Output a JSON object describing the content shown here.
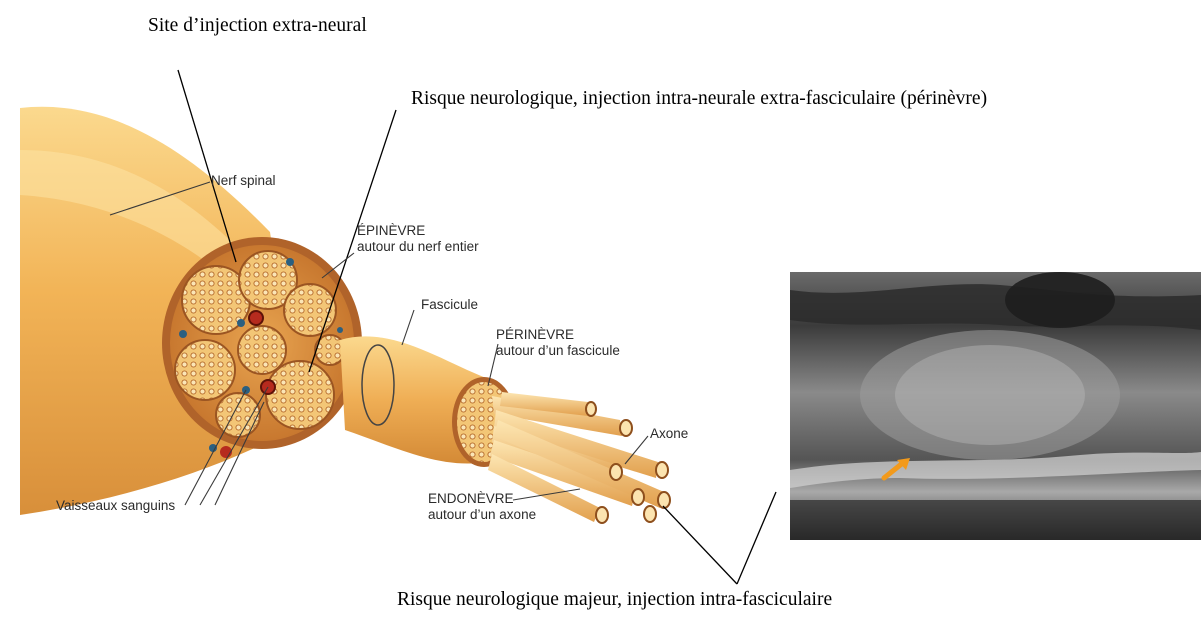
{
  "captions": {
    "extra_neural": "Site d’injection extra-neural",
    "intra_neural": "Risque neurologique, injection intra-neurale extra-fasciculaire (périnèvre)",
    "intra_fascicular": "Risque neurologique majeur, injection intra-fasciculaire"
  },
  "anatomy_labels": {
    "nerf_spinal": "Nerf spinal",
    "epinevre_title": "ÉPINÈVRE",
    "epinevre_sub": "autour du nerf entier",
    "fascicule": "Fascicule",
    "perinevre_title": "PÉRINÈVRE",
    "perinevre_sub": "autour d’un fascicule",
    "axone": "Axone",
    "endonevre_title": "ENDONÈVRE",
    "endonevre_sub": "autour d’un axone",
    "vaisseaux": "Vaisseaux sanguins"
  },
  "colors": {
    "nerve_body": "#f2b457",
    "nerve_highlight": "#fbd98e",
    "nerve_shadow": "#d88f3a",
    "epineurium_ring": "#b0632a",
    "fascicle_fill": "#e9a552",
    "vessel_red": "#b62b1e",
    "vessel_blue": "#2b5f80",
    "ultrasound_bg": "#4a4a4a",
    "ultrasound_arrow": "#f29a1c"
  },
  "icons": {
    "ultrasound_marker": "orange-arrow-icon"
  }
}
